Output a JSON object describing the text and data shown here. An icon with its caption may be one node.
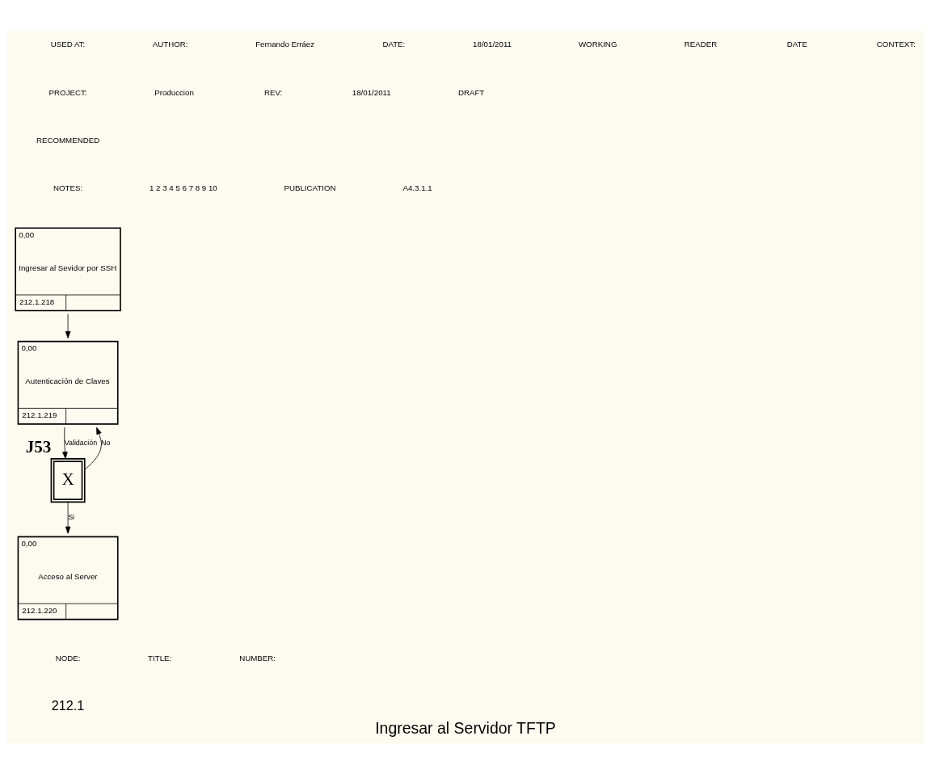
{
  "diagram": {
    "title": "Ingresar al Servidor TFTP",
    "nodes": [
      {
        "text": [
          "0,00",
          "Ingresar al Sevidor por SSH",
          "212.1.218"
        ]
      },
      {
        "text": [
          "0,00",
          "Autenticación de Claves",
          "212.1.219"
        ]
      },
      {
        "text": [
          "X"
        ],
        "beside": [
          "J53"
        ]
      },
      {
        "text": [
          "0,00",
          "Acceso al Server",
          "212.1.220"
        ]
      }
    ],
    "edges": [
      {
        "from": 0,
        "to": 1,
        "arrow": "to"
      },
      {
        "from": 1,
        "to": 2,
        "arrow": "to",
        "label": "Validación"
      },
      {
        "from": 2,
        "to": 3,
        "arrow": "to",
        "label": "Si"
      },
      {
        "from": 2,
        "to": 1,
        "arrow": "to",
        "label": "No"
      }
    ],
    "labels": [
      "USED AT:",
      "AUTHOR:",
      "Fernando Erráez",
      "DATE:",
      "18/01/2011",
      "WORKING",
      "READER",
      "DATE",
      "CONTEXT:",
      "PROJECT:",
      "Produccion",
      "REV:",
      "18/01/2011",
      "DRAFT",
      "RECOMMENDED",
      "NOTES:",
      "1 2 3 4 5 6 7 8 9 10",
      "PUBLICATION",
      "A4.3.1.1",
      "NODE:",
      "TITLE:",
      "NUMBER:",
      "212.1"
    ]
  }
}
